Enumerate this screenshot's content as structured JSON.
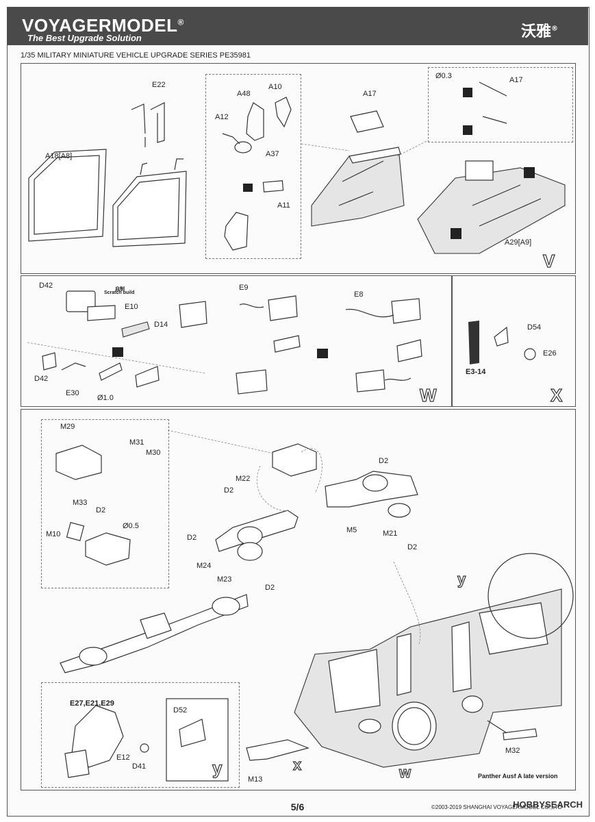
{
  "header": {
    "brand": "VOYAGERMODEL",
    "registered": "®",
    "tagline": "The Best Upgrade Solution",
    "chinese": "沃雅"
  },
  "series_title": "1/35 MILITARY MINIATURE VEHICLE  UPGRADE SERIES PE35981",
  "section_v": {
    "letter": "V",
    "labels": {
      "e22": "E22",
      "a18": "A18[A8]",
      "a48": "A48",
      "a10": "A10",
      "a12": "A12",
      "a37": "A37",
      "a11": "A11",
      "a17": "A17",
      "a17b": "A17",
      "phi03": "Ø0.3",
      "a29": "A29[A9]"
    }
  },
  "section_w": {
    "letter": "W",
    "labels": {
      "d42": "D42",
      "scratch_cn": "自制",
      "scratch": "Scratch build",
      "e10": "E10",
      "d14": "D14",
      "e9": "E9",
      "e8": "E8",
      "d42b": "D42",
      "e30": "E30",
      "phi10": "Ø1.0"
    }
  },
  "section_x": {
    "letter": "X",
    "labels": {
      "d54": "D54",
      "e26": "E26",
      "e314": "E3-14"
    }
  },
  "section_main": {
    "labels": {
      "m29": "M29",
      "m31": "M31",
      "m30": "M30",
      "m33": "M33",
      "d2a": "D2",
      "phi05": "Ø0.5",
      "m10": "M10",
      "m22": "M22",
      "d2b": "D2",
      "d2c": "D2",
      "m24": "M24",
      "m23": "M23",
      "d2d": "D2",
      "d2e": "D2",
      "m5": "M5",
      "m21": "M21",
      "d2f": "D2",
      "ycall": "y",
      "m32": "M32",
      "m13": "M13",
      "xcall": "x",
      "wcall": "w"
    },
    "version": "Panther Ausf A late version"
  },
  "section_y": {
    "letter": "y",
    "labels": {
      "e27": "E27,E21,E29",
      "d52": "D52",
      "e12": "E12",
      "d41": "D41"
    }
  },
  "footer": {
    "page": "5/6",
    "copyright": "©2003-2019 SHANGHAI VOYAGERMODEL CO.,LTD",
    "watermark": "HOBBYSEARCH"
  }
}
